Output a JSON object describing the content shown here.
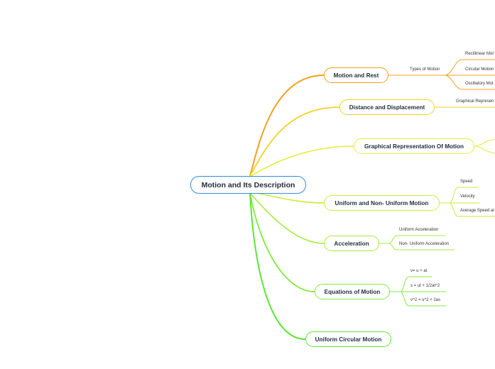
{
  "root": {
    "label": "Motion and Its Description"
  },
  "topics": [
    {
      "label": "Motion and Rest",
      "color": "#f5a020"
    },
    {
      "label": "Distance and Displacement",
      "color": "#f2d222"
    },
    {
      "label": "Graphical Representation Of Motion",
      "color": "#e4ec3a"
    },
    {
      "label": "Uniform and Non- Uniform Motion",
      "color": "#c6ee3c"
    },
    {
      "label": "Acceleration",
      "color": "#a4ec3a"
    },
    {
      "label": "Equations of Motion",
      "color": "#80ea3a"
    },
    {
      "label": "Uniform Circular Motion",
      "color": "#5ae636"
    }
  ],
  "subtopics": {
    "types_of_motion": "Types of Motion",
    "rectilinear": "Rectilinear Mot",
    "circular": "Circular Motion",
    "oscillatory": "Oscillatory Mot",
    "graphical_rep": "Graphical Represen",
    "speed": "Speed",
    "velocity": "Velocity",
    "average_speed": "Average Speed ar",
    "uniform_acc": "Uniform Acceleration",
    "non_uniform_acc": "Non- Uniform Acceleration",
    "eq1": "v= u + at",
    "eq2": "s = ut + 1/2at^2",
    "eq3": "v^2 = u^2 + 2as"
  }
}
